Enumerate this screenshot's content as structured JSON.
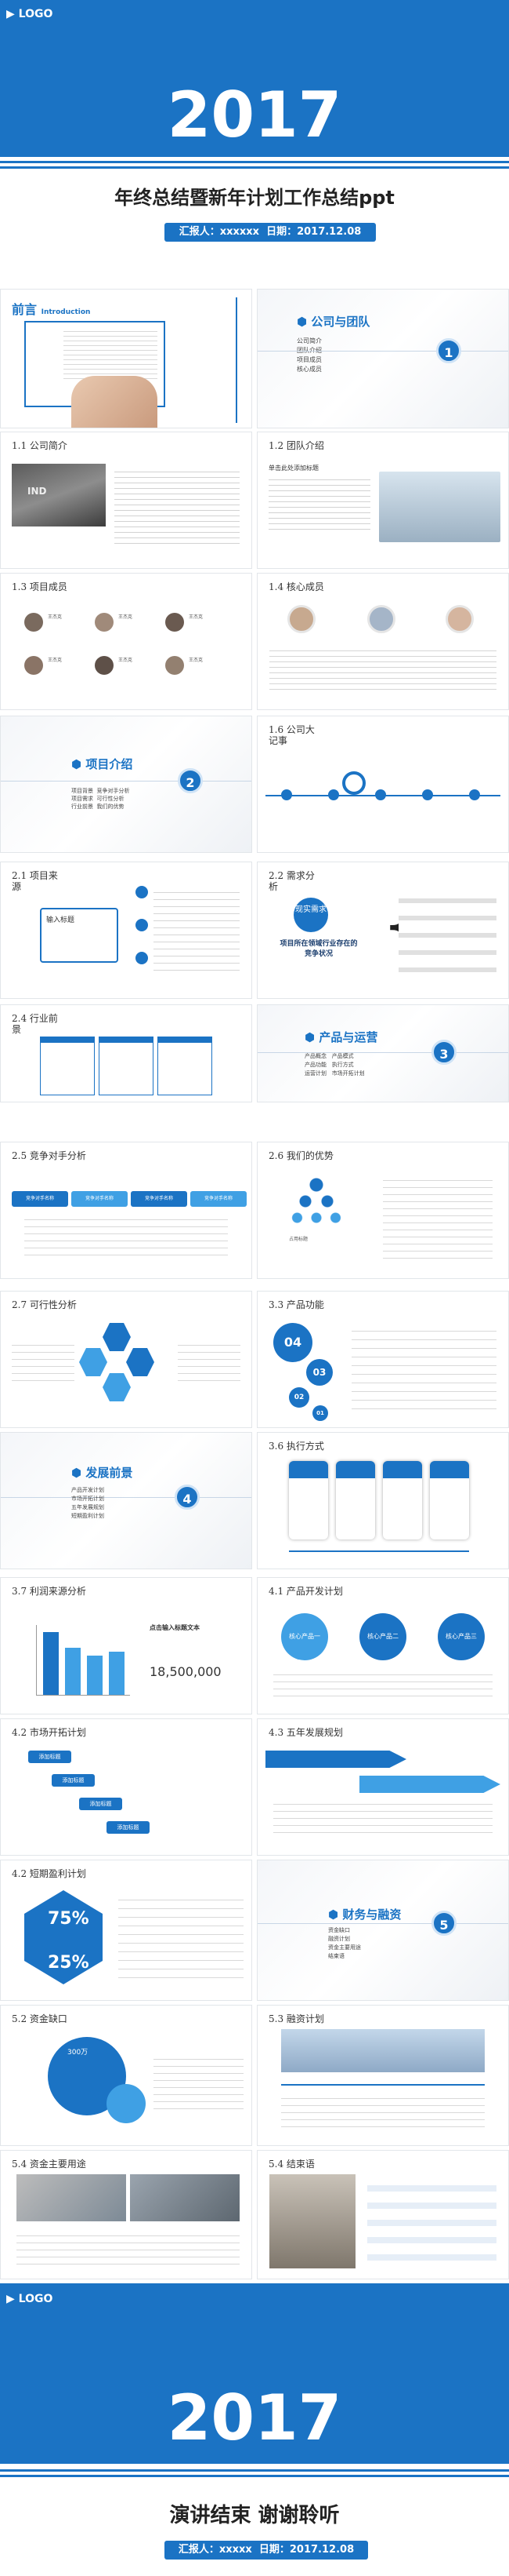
{
  "cover": {
    "logo": "LOGO",
    "year": "2017",
    "title": "年终总结暨新年计划工作总结ppt",
    "reporter": "汇报人：xxxxxx",
    "date": "日期：2017.12.08"
  },
  "preface": {
    "title": "前言",
    "en": "Introduction"
  },
  "section1": {
    "num": "1",
    "title": "公司与团队",
    "items": [
      "公司简介",
      "团队介绍",
      "项目成员",
      "核心成员"
    ]
  },
  "s11": {
    "title": "1.1 公司简介",
    "sign": "IND"
  },
  "s12": {
    "title": "1.2 团队介绍",
    "subtitle": "单击此处添加标题"
  },
  "s13": {
    "title": "1.3 项目成员",
    "name": "王杰克"
  },
  "s14": {
    "title": "1.4 核心成员"
  },
  "section2": {
    "num": "2",
    "title": "项目介绍",
    "items": [
      "项目背景",
      "竞争对手分析",
      "项目需求",
      "可行性分析",
      "行业前景",
      "我们的优势"
    ]
  },
  "s16": {
    "title": "1.6 公司大记事"
  },
  "s21": {
    "title": "2.1 项目来源",
    "input": "输入标题"
  },
  "s22": {
    "title": "2.2 需求分析",
    "circle": "现实需求",
    "main": "项目所在领域行业存在的竞争状况"
  },
  "s24": {
    "title": "2.4 行业前景"
  },
  "section3": {
    "num": "3",
    "title": "产品与运营",
    "items": [
      "产品概念",
      "产品模式",
      "产品功能",
      "执行方式",
      "运营计划",
      "市场开拓计划"
    ]
  },
  "s25": {
    "title": "2.5 竞争对手分析",
    "arrows": [
      "竞争对手名称",
      "竞争对手名称",
      "竞争对手名称",
      "竞争对手名称"
    ]
  },
  "s26": {
    "title": "2.6 我们的优势",
    "label": "占用标题"
  },
  "s27": {
    "title": "2.7 可行性分析"
  },
  "s33": {
    "title": "3.3 产品功能",
    "nums": [
      "04",
      "03",
      "02",
      "01"
    ]
  },
  "section4": {
    "num": "4",
    "title": "发展前景",
    "items": [
      "产品开发计划",
      "市场开拓计划",
      "五年发展规划",
      "短期盈利计划"
    ]
  },
  "s36": {
    "title": "3.6 执行方式"
  },
  "s37": {
    "title": "3.7 利润来源分析",
    "headline": "点击输入标题文本",
    "amount": "18,500,000"
  },
  "s41": {
    "title": "4.1 产品开发计划",
    "circles": [
      "核心产品一",
      "核心产品二",
      "核心产品三"
    ]
  },
  "s42": {
    "title": "4.2 市场开拓计划",
    "steps": [
      "添加标题",
      "添加标题",
      "添加标题",
      "添加标题"
    ]
  },
  "s43": {
    "title": "4.3 五年发展规划"
  },
  "s42b": {
    "title": "4.2 短期盈利计划",
    "pct1": "75",
    "pct2": "25"
  },
  "section5": {
    "num": "5",
    "title": "财务与融资",
    "items": [
      "资金缺口",
      "融资计划",
      "资金主要用途",
      "结束语"
    ]
  },
  "s52": {
    "title": "5.2 资金缺口",
    "amount": "300万"
  },
  "s53": {
    "title": "5.3 融资计划"
  },
  "s54a": {
    "title": "5.4 资金主要用途"
  },
  "s54b": {
    "title": "5.4 结束语"
  },
  "closing": {
    "logo": "LOGO",
    "year": "2017",
    "title": "演讲结束  谢谢聆听",
    "reporter": "汇报人：xxxxx",
    "date": "日期：2017.12.08"
  },
  "colors": {
    "primary": "#1b73c4",
    "light": "#3fa0e4",
    "bg": "#ffffff"
  }
}
